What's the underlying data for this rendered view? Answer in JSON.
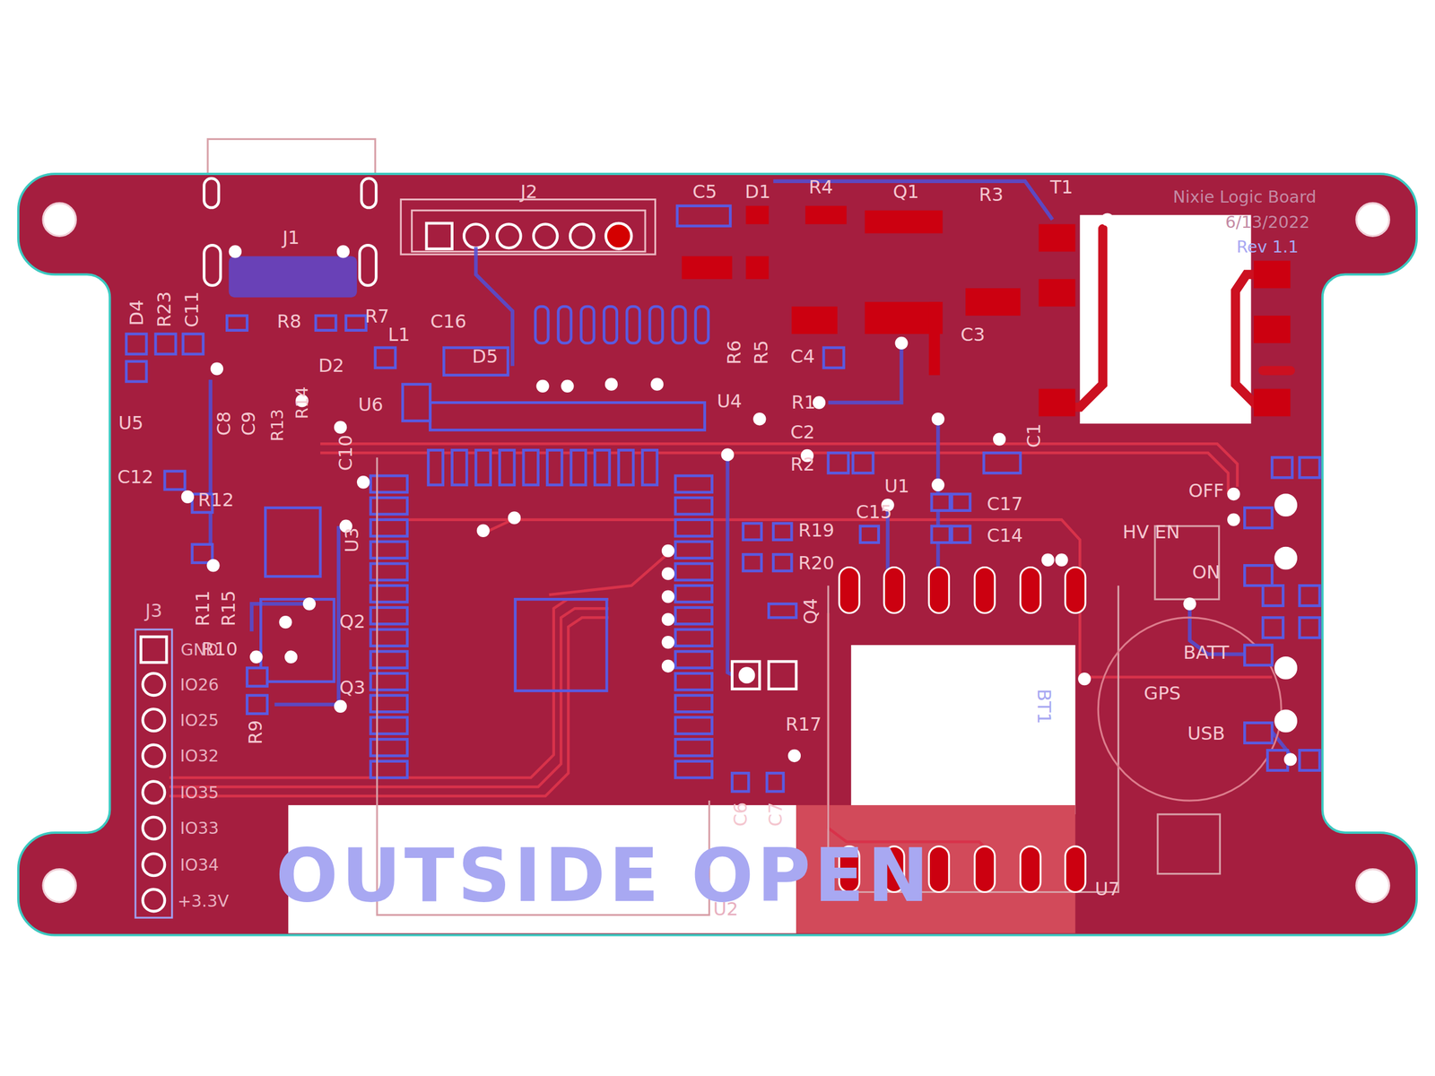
{
  "diagram": {
    "labels": [
      "J2",
      "C5",
      "D1",
      "R4",
      "Q1",
      "R3",
      "T1",
      "Nixie Logic Board",
      "6/13/2022",
      "Rev 1.1",
      "J1",
      "D4",
      "R23",
      "C11",
      "R8",
      "R7",
      "C16",
      "L1",
      "D5",
      "D2",
      "U6",
      "U4",
      "R6",
      "R5",
      "C4",
      "R1",
      "C2",
      "R2",
      "C3",
      "C1",
      "U1",
      "U5",
      "C8",
      "C9",
      "C10",
      "C12",
      "R12",
      "C15",
      "C17",
      "C14",
      "R19",
      "R20",
      "U3",
      "R11",
      "R15",
      "Q2",
      "R10",
      "Q3",
      "R9",
      "Q4",
      "R17",
      "C6",
      "C7",
      "U2",
      "U7",
      "BT1",
      "J3",
      "GND",
      "IO26",
      "IO25",
      "IO32",
      "IO35",
      "IO33",
      "IO34",
      "+3.3V",
      "OFF",
      "HV EN",
      "ON",
      "BATT",
      "GPS",
      "USB",
      "OUTSIDE OPEN",
      "R13",
      "R14"
    ]
  }
}
